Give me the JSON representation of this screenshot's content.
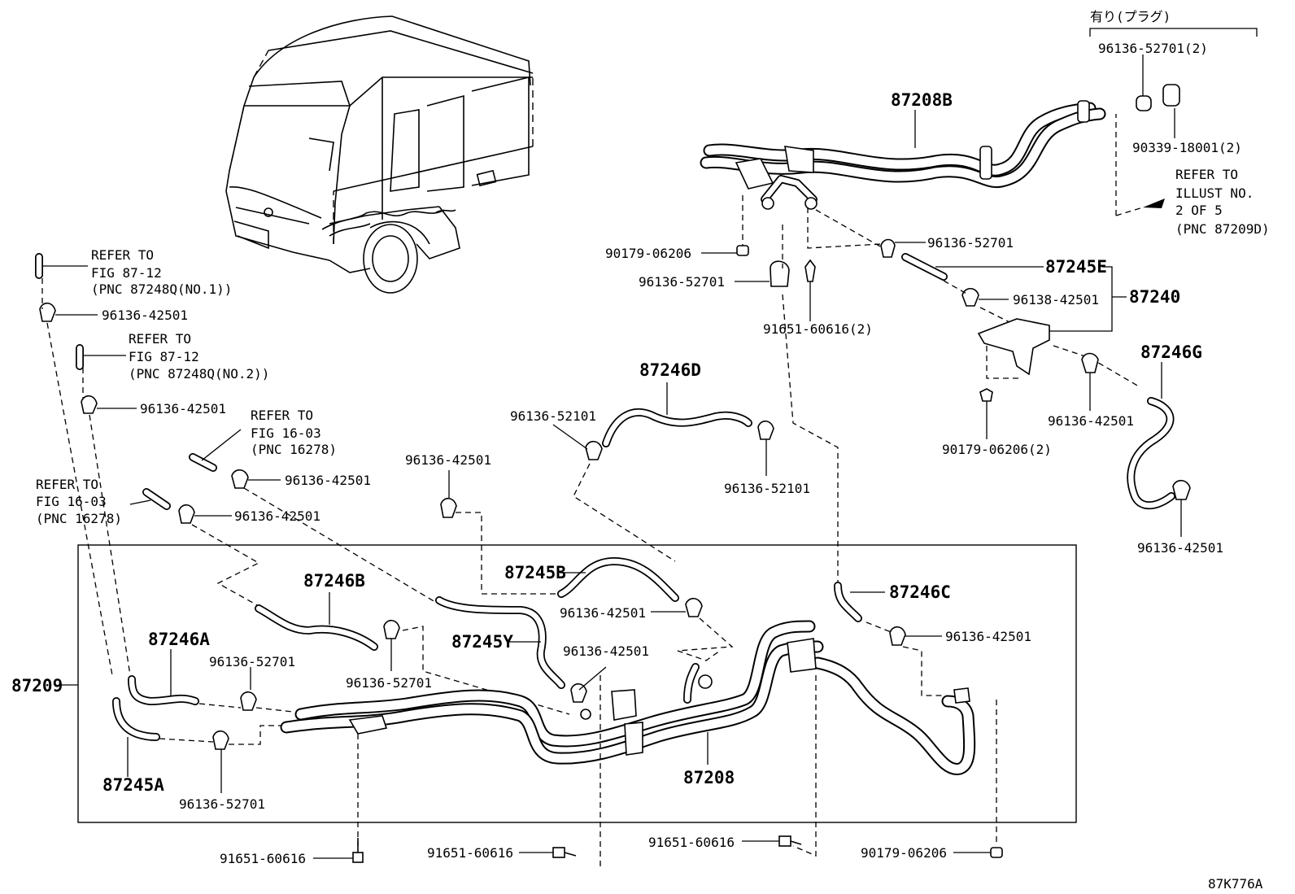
{
  "diagram": {
    "code": "87K776A",
    "option_note": "有り(プラグ)",
    "assemblies": {
      "main_frame": "87209",
      "pipe_lower": "87208",
      "pipe_upper": "87208B",
      "bracket_assy": "87240"
    },
    "hoses": {
      "h87245E": "87245E",
      "h87246G": "87246G",
      "h87246D": "87246D",
      "h87245B": "87245B",
      "h87246B": "87246B",
      "h87246C": "87246C",
      "h87245Y": "87245Y",
      "h87246A": "87246A",
      "h87245A": "87245A"
    },
    "part_numbers": {
      "clamp_52701": "96136-52701",
      "clamp_52701_x2": "96136-52701(2)",
      "clamp_42501": "96136-42501",
      "clamp_52101": "96136-52101",
      "clamp_96138": "96138-42501",
      "plug_x2": "90339-18001(2)",
      "grommet": "90179-06206",
      "grommet_x2": "90179-06206(2)",
      "bolt": "91651-60616",
      "bolt_x2": "91651-60616(2)"
    },
    "refs": {
      "illust": [
        "REFER TO",
        "ILLUST NO.",
        "2 OF 5",
        "(PNC 87209D)"
      ],
      "fig87_no1": [
        "REFER TO",
        "FIG 87-12",
        "(PNC 87248Q(NO.1))"
      ],
      "fig87_no2": [
        "REFER TO",
        "FIG 87-12",
        "(PNC 87248Q(NO.2))"
      ],
      "fig16_a": [
        "REFER TO",
        "FIG 16-03",
        "(PNC 16278)"
      ],
      "fig16_b": [
        "REFER TO",
        "FIG 16-03",
        "(PNC 16278)"
      ]
    }
  }
}
